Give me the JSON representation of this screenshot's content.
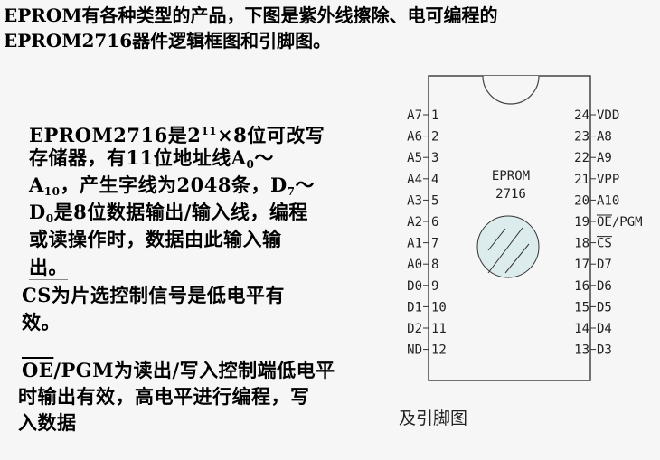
{
  "title": {
    "line1": "EPROM有各种类型的产品，下图是紫外线擦除、电可编程的",
    "line2": "EPROM2716器件逻辑框图和引脚图。"
  },
  "desc": {
    "l1a": "EPROM2716是2",
    "l1sup": "11",
    "l1b": "×8位可改写",
    "l2a": "存储器，有11位地址线A",
    "l2sub": "0",
    "l2b": "～",
    "l3a": "A",
    "l3sub": "10",
    "l3b": "，产生字线为2048条，D",
    "l3sub2": "7",
    "l3c": "～",
    "l4a": "D",
    "l4sub": "0",
    "l4b": "是8位数据输出/输入线，编程",
    "l5": "或读操作时，数据由此输入输",
    "l6": "出。",
    "cs1": "CS为片选控制信号是低电平有",
    "cs2": "效。",
    "oe_bar": "OE",
    "oe1": "/PGM为读出/写入控制端低电平",
    "oe2": "时输出有效，高电平进行编程，写",
    "oe3": "入数据"
  },
  "chip": {
    "name1": "EPROM",
    "name2": "2716",
    "window_color": "#dcecec",
    "left_pins": [
      {
        "num": "1",
        "label": "A7"
      },
      {
        "num": "2",
        "label": "A6"
      },
      {
        "num": "3",
        "label": "A5"
      },
      {
        "num": "4",
        "label": "A4"
      },
      {
        "num": "5",
        "label": "A3"
      },
      {
        "num": "6",
        "label": "A2"
      },
      {
        "num": "7",
        "label": "A1"
      },
      {
        "num": "8",
        "label": "A0"
      },
      {
        "num": "9",
        "label": "D0"
      },
      {
        "num": "10",
        "label": "D1"
      },
      {
        "num": "11",
        "label": "D2"
      },
      {
        "num": "12",
        "label": "ND"
      }
    ],
    "right_pins": [
      {
        "num": "24",
        "label": "VDD"
      },
      {
        "num": "23",
        "label": "A8"
      },
      {
        "num": "22",
        "label": "A9"
      },
      {
        "num": "21",
        "label": "VPP"
      },
      {
        "num": "20",
        "label": "A10"
      },
      {
        "num": "19",
        "label": "OE/PGM"
      },
      {
        "num": "18",
        "label": "CS"
      },
      {
        "num": "17",
        "label": "D7"
      },
      {
        "num": "16",
        "label": "D6"
      },
      {
        "num": "15",
        "label": "D5"
      },
      {
        "num": "14",
        "label": "D4"
      },
      {
        "num": "13",
        "label": "D3"
      }
    ],
    "caption": "及引脚图"
  }
}
